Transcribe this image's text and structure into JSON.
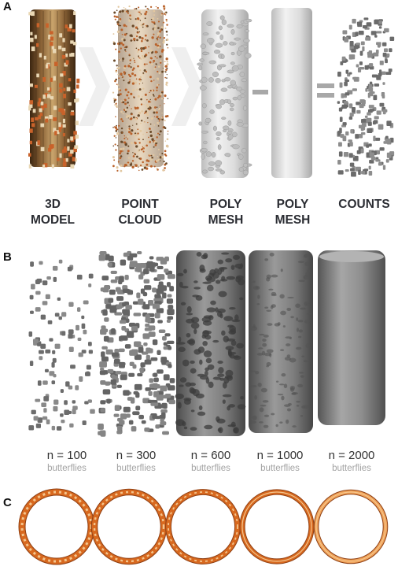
{
  "panel_a": {
    "letter": "A",
    "steps": [
      {
        "line1": "3D",
        "line2": "MODEL"
      },
      {
        "line1": "POINT",
        "line2": "CLOUD"
      },
      {
        "line1": "POLY",
        "line2": "MESH"
      },
      {
        "line1": "POLY",
        "line2": "MESH"
      },
      {
        "line1": "COUNTS",
        "line2": ""
      }
    ],
    "operator_minus": "−",
    "operator_equals": "="
  },
  "panel_b": {
    "letter": "B",
    "densities": [
      {
        "n": "n = 100",
        "unit": "butterflies"
      },
      {
        "n": "n = 300",
        "unit": "butterflies"
      },
      {
        "n": "n = 600",
        "unit": "butterflies"
      },
      {
        "n": "n = 1000",
        "unit": "butterflies"
      },
      {
        "n": "n = 2000",
        "unit": "butterflies"
      }
    ]
  },
  "panel_c": {
    "letter": "C",
    "ring_count": 5
  },
  "colors": {
    "wood_dark": "#5a3a1c",
    "wood_light": "#c29a62",
    "butterfly_orange": "#c9622a",
    "mesh_light": "#d9d9d9",
    "mesh_dark": "#6f6f6f",
    "ring_orange": "#e0762a",
    "arrow_gray": "#ececec"
  }
}
